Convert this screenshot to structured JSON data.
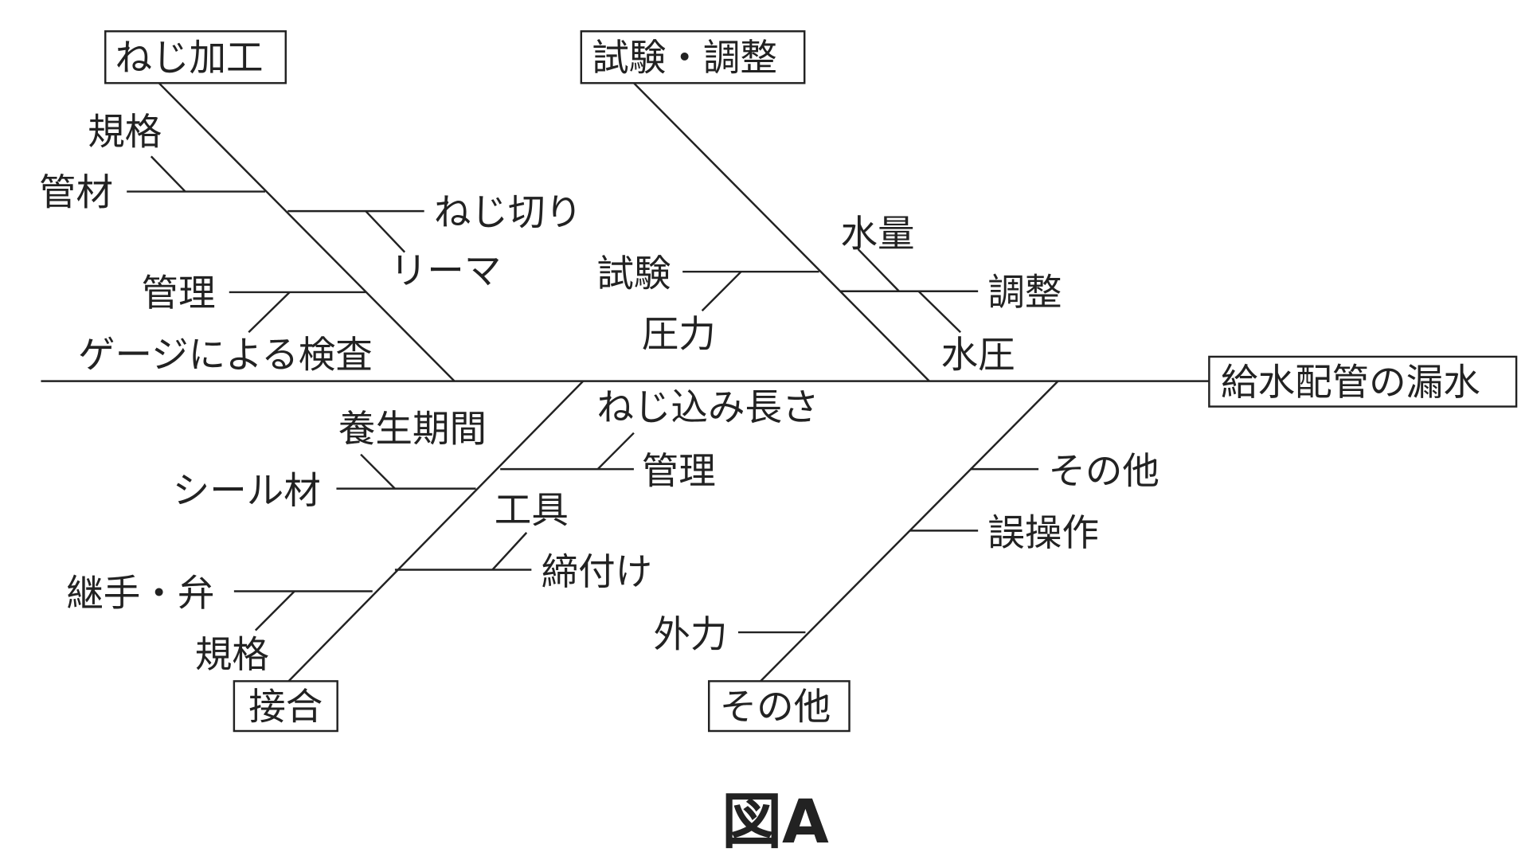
{
  "effect": "給水配管の漏水",
  "categories": {
    "threading": {
      "label": "ねじ加工",
      "causes": [
        "規格",
        "管材",
        "ねじ切り",
        "リーマ",
        "管理",
        "ゲージによる検査"
      ]
    },
    "testing": {
      "label": "試験・調整",
      "causes": [
        "試験",
        "圧力",
        "水量",
        "調整",
        "水圧"
      ]
    },
    "joining": {
      "label": "接合",
      "causes": [
        "ねじ込み長さ",
        "管理",
        "養生期間",
        "シール材",
        "工具",
        "締付け",
        "継手・弁",
        "規格"
      ]
    },
    "other": {
      "label": "その他",
      "causes": [
        "その他",
        "誤操作",
        "外力"
      ]
    }
  },
  "caption": "図A"
}
